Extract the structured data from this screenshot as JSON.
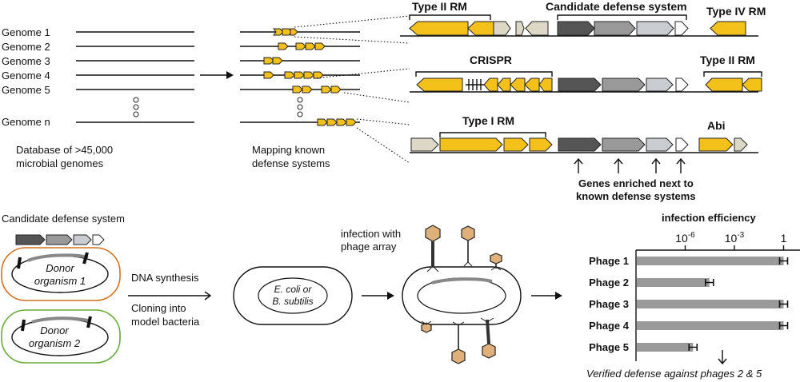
{
  "top": {
    "genome_labels": [
      "Genome  1",
      "Genome  2",
      "Genome  3",
      "Genome  4",
      "Genome  5",
      "Genome  n"
    ],
    "database_caption": [
      "Database of >45,000",
      "microbial genomes"
    ],
    "mapping_caption": [
      "Mapping known",
      "defense systems"
    ],
    "zoom_rows": [
      {
        "labels": [
          "Type II RM",
          "Candidate defense system",
          "Type IV RM"
        ]
      },
      {
        "labels": [
          "CRISPR",
          "Type II RM"
        ]
      },
      {
        "labels": [
          "Type I RM",
          "Abi"
        ]
      }
    ],
    "enriched_caption": [
      "Genes enriched next to",
      "known defense systems"
    ]
  },
  "bottom": {
    "candidate_title": "Candidate defense system",
    "donor_1": [
      "Donor",
      "organism 1"
    ],
    "donor_2": [
      "Donor",
      "organism 2"
    ],
    "dna_synthesis": "DNA synthesis",
    "cloning": [
      "Cloning into",
      "model bacteria"
    ],
    "model_bacteria": [
      "E. coli or",
      "B. subtilis"
    ],
    "infection_label": [
      "infection with",
      "phage array"
    ],
    "colors": {
      "donor_1_outline": "#d4731f",
      "donor_2_outline": "#6aaa3a",
      "gene_yellow": "#f3c11a"
    }
  },
  "chart_data": {
    "type": "bar",
    "title": "infection efficiency",
    "x_scale": "log",
    "x_ticks": [
      "10-6",
      "10-3",
      "1"
    ],
    "xlim": [
      1e-09,
      10
    ],
    "categories": [
      "Phage 1",
      "Phage 2",
      "Phage 3",
      "Phage 4",
      "Phage 5"
    ],
    "values": [
      1.0,
      3e-05,
      1.0,
      1.0,
      3e-06
    ],
    "error_bars": true,
    "annotation": "Verified defense against phages 2 & 5"
  }
}
